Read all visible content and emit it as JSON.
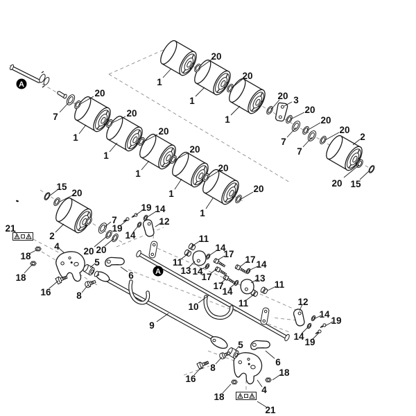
{
  "diagram": {
    "marker": {
      "a": "A"
    },
    "decal_icons": [
      "warning-triangle",
      "read-manual-square",
      "warning-triangle"
    ],
    "colors": {
      "background": "#ffffff",
      "line": "#1a1a1a",
      "label": "#111111",
      "marker_badge": "#000000"
    },
    "callouts": [
      "7",
      "20",
      "1",
      "20",
      "1",
      "20",
      "1",
      "20",
      "1",
      "20",
      "1",
      "20",
      "1",
      "20",
      "1",
      "20",
      "1",
      "20",
      "3",
      "20",
      "7",
      "20",
      "7",
      "20",
      "2",
      "20",
      "15",
      "15",
      "20",
      "2",
      "21",
      "18",
      "18",
      "4",
      "16",
      "5",
      "8",
      "20",
      "20",
      "7",
      "19",
      "19",
      "14",
      "14",
      "12",
      "6",
      "11",
      "11",
      "13",
      "14",
      "17",
      "14",
      "17",
      "17",
      "14",
      "17",
      "14",
      "13",
      "11",
      "11",
      "10",
      "9",
      "12",
      "14",
      "19",
      "14",
      "19",
      "5",
      "6",
      "8",
      "16",
      "4",
      "18",
      "18",
      "21"
    ]
  }
}
